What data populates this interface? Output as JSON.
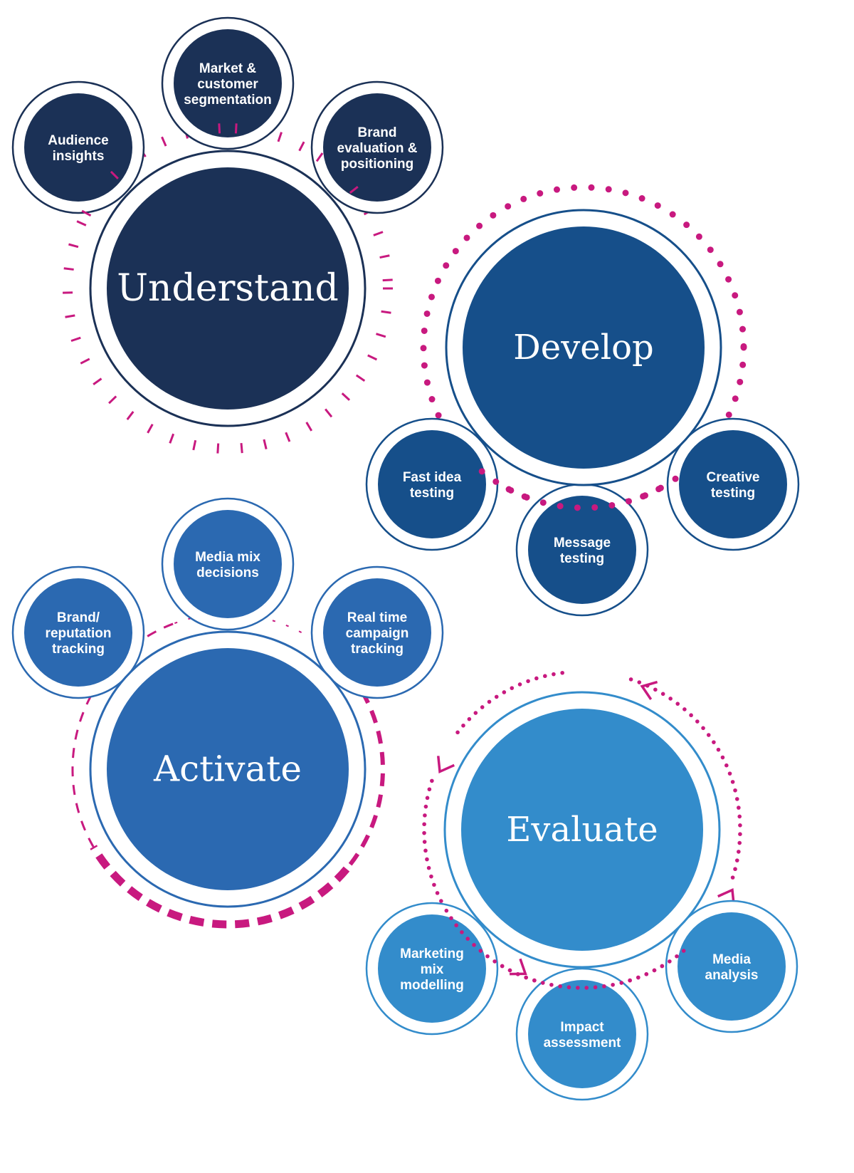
{
  "colors": {
    "understand": "#1b3156",
    "develop": "#164f8a",
    "activate": "#2b69b1",
    "evaluate": "#338ccb",
    "accent": "#c8197f"
  },
  "groups": {
    "understand": {
      "title": "Understand",
      "items": [
        [
          "Audience",
          "insights"
        ],
        [
          "Market &",
          "customer",
          "segmentation"
        ],
        [
          "Brand",
          "evaluation &",
          "positioning"
        ]
      ]
    },
    "develop": {
      "title": "Develop",
      "items": [
        [
          "Fast idea",
          "testing"
        ],
        [
          "Message",
          "testing"
        ],
        [
          "Creative",
          "testing"
        ]
      ]
    },
    "activate": {
      "title": "Activate",
      "items": [
        [
          "Brand/",
          "reputation",
          "tracking"
        ],
        [
          "Media mix",
          "decisions"
        ],
        [
          "Real time",
          "campaign",
          "tracking"
        ]
      ]
    },
    "evaluate": {
      "title": "Evaluate",
      "items": [
        [
          "Marketing",
          "mix",
          "modelling"
        ],
        [
          "Impact",
          "assessment"
        ],
        [
          "Media",
          "analysis"
        ]
      ]
    }
  }
}
